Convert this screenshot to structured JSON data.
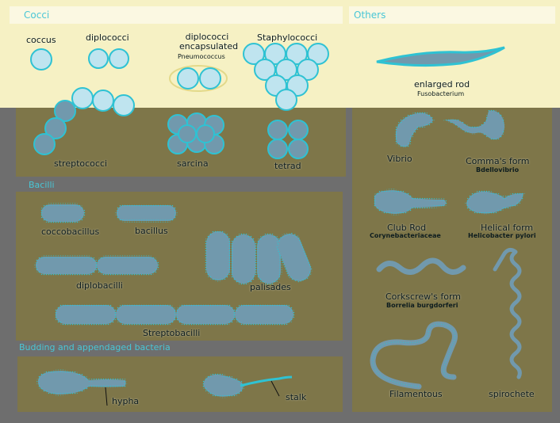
{
  "headers": {
    "cocci": "Cocci",
    "others": "Others",
    "bacilli": "Bacilli",
    "budding": "Budding and appendaged bacteria"
  },
  "cocci": {
    "coccus": "coccus",
    "diplococci": "diplococci",
    "diplococci_encapsulated": "diplococci encapsulated",
    "pneumococcus": "Pneumococcus",
    "staphylococci": "Staphylococci",
    "streptococci": "streptococci",
    "sarcina": "sarcina",
    "tetrad": "tetrad"
  },
  "bacilli": {
    "coccobacillus": "coccobacillus",
    "bacillus": "bacillus",
    "diplobacilli": "diplobacilli",
    "palisades": "palisades",
    "streptobacilli": "Streptobacilli"
  },
  "budding": {
    "hypha": "hypha",
    "stalk": "stalk"
  },
  "others": {
    "enlarged_rod": "enlarged rod",
    "fusobacterium": "Fusobacterium",
    "vibrio": "Vibrio",
    "commas_form": "Comma's form",
    "bdellovibrio": "Bdellovibrio",
    "club_rod": "Club Rod",
    "corynebacteriaceae": "Corynebacteriaceae",
    "helical_form": "Helical form",
    "helicobacter_pylori": "Helicobacter pylori",
    "corkscrews_form": "Corkscrew's form",
    "borrelia_burgdorferi": "Borrelia burgdorferi",
    "filamentous": "Filamentous",
    "spirochete": "spirochete"
  },
  "colors": {
    "frame": "#6e6e6e",
    "panel": "#7e7649",
    "highlight": "#f6f1c4",
    "cell_fill": "#7199ad",
    "cell_light": "#bfe4ef",
    "outline": "#2fc2d3",
    "header_text": "#49c6d6"
  }
}
